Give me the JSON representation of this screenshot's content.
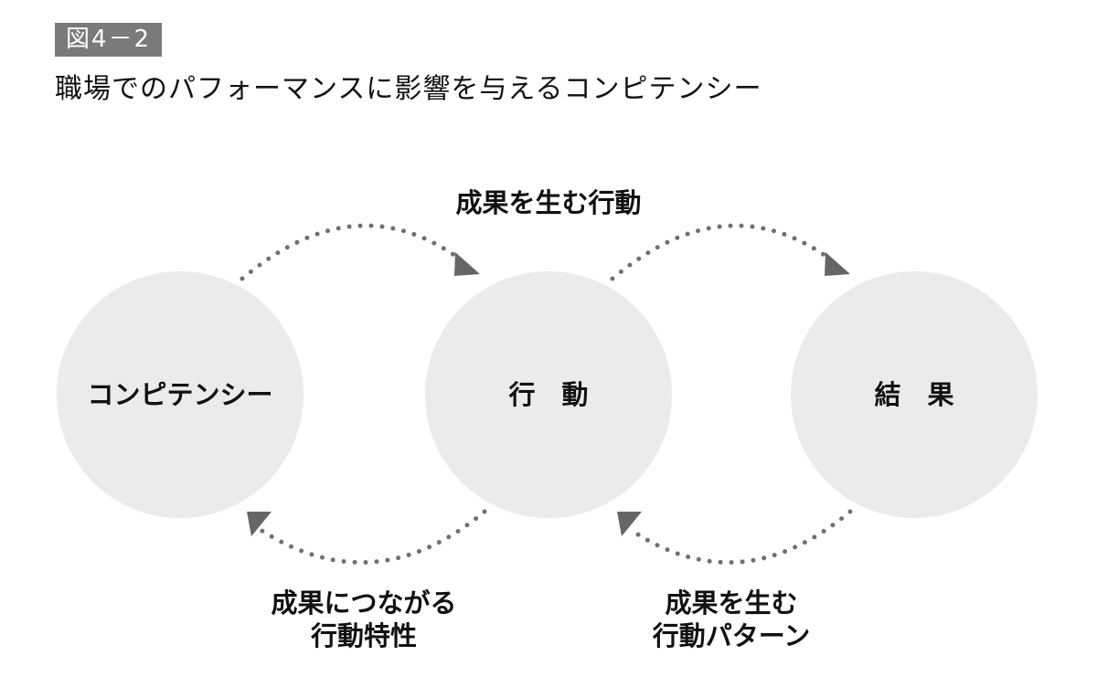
{
  "figure": {
    "number": "図4－2",
    "title": "職場でのパフォーマンスに影響を与えるコンピテンシー"
  },
  "nodes": [
    {
      "label": "コンピテンシー"
    },
    {
      "label": "行　動"
    },
    {
      "label": "結　果"
    }
  ],
  "edges": {
    "top": "成果を生む行動",
    "bottom_left": [
      "成果につながる",
      "行動特性"
    ],
    "bottom_right": [
      "成果を生む",
      "行動パターン"
    ]
  },
  "colors": {
    "circle": "#ebebeb",
    "dots": "#707070",
    "badge": "#7a7a7a"
  }
}
